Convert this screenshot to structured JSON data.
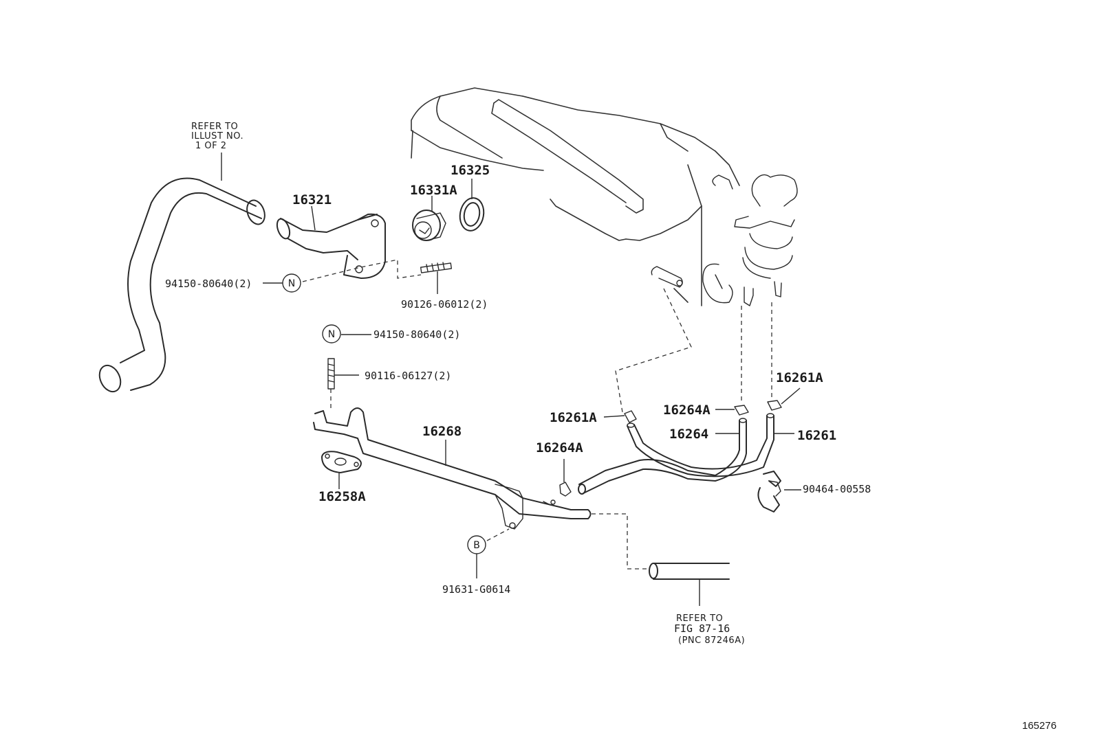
{
  "figure_number": "165276",
  "parts": [
    {
      "id": "p16321",
      "label": "16321"
    },
    {
      "id": "p16331A",
      "label": "16331A"
    },
    {
      "id": "p16325",
      "label": "16325"
    },
    {
      "id": "p94150a",
      "label": "94150-80640(2)"
    },
    {
      "id": "p90126",
      "label": "90126-06012(2)"
    },
    {
      "id": "p94150b",
      "label": "94150-80640(2)"
    },
    {
      "id": "p90116",
      "label": "90116-06127(2)"
    },
    {
      "id": "p16268",
      "label": "16268"
    },
    {
      "id": "p16258A",
      "label": "16258A"
    },
    {
      "id": "p91631",
      "label": "91631-G0614"
    },
    {
      "id": "p16261A_a",
      "label": "16261A"
    },
    {
      "id": "p16261A_b",
      "label": "16261A"
    },
    {
      "id": "p16264A_a",
      "label": "16264A"
    },
    {
      "id": "p16264A_b",
      "label": "16264A"
    },
    {
      "id": "p16264",
      "label": "16264"
    },
    {
      "id": "p16261",
      "label": "16261"
    },
    {
      "id": "p90464",
      "label": "90464-00558"
    }
  ],
  "symbols": {
    "nut_a": "N",
    "nut_b": "N",
    "bolt": "B"
  },
  "notes": {
    "refer_top": [
      "REFER TO",
      "ILLUST NO.",
      "1 OF 2"
    ],
    "refer_bottom": [
      "REFER TO",
      "FIG 87-16",
      "(PNC 87246A)"
    ]
  }
}
